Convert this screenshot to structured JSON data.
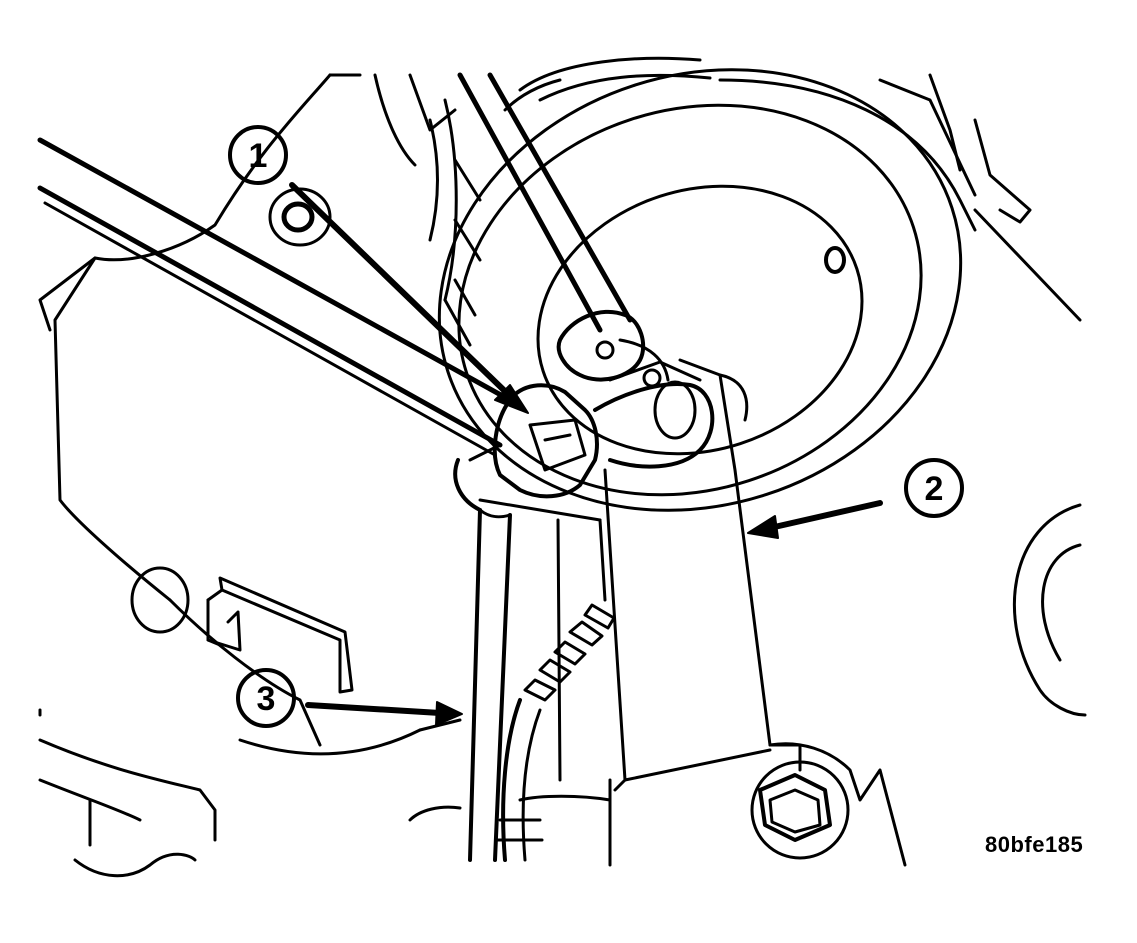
{
  "figure": {
    "id_label": "80bfe185",
    "callouts": [
      {
        "number": "1"
      },
      {
        "number": "2"
      },
      {
        "number": "3"
      }
    ]
  },
  "colors": {
    "ink": "#000000",
    "paper": "#ffffff"
  }
}
